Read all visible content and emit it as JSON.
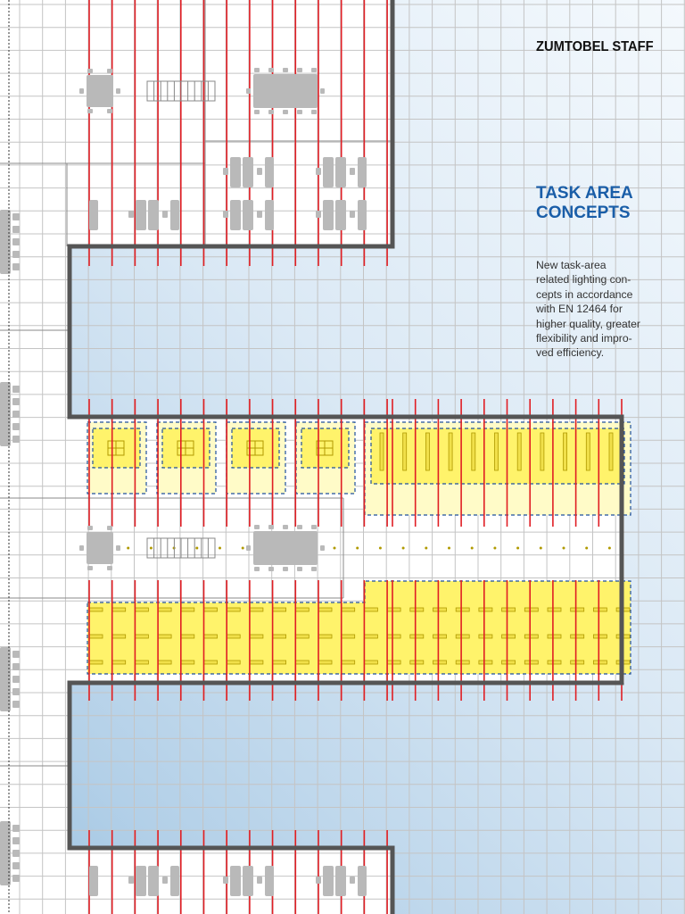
{
  "header": {
    "brand": "ZUMTOBEL STAFF"
  },
  "headline": {
    "lines": [
      "TASK AREA",
      "CONCEPTS"
    ]
  },
  "description": {
    "lines": [
      "New task-area",
      "related lighting con-",
      "cepts in accordance",
      "with EN 12464 for",
      "higher quality, greater",
      "flexibility and impro-",
      "ved efficiency."
    ]
  },
  "colors": {
    "accent_blue": "#1a5ea8",
    "lighting_zone_yellow": "#fff36b",
    "ambient_zone_yellow": "#fffbc8",
    "luminaire_red": "#e01e24",
    "wall_grey": "#5a5a5a",
    "furniture_grey": "#b8b8b8",
    "grid_grey": "#bfbfbf",
    "zone_outline_blue": "#1e4f9c"
  }
}
